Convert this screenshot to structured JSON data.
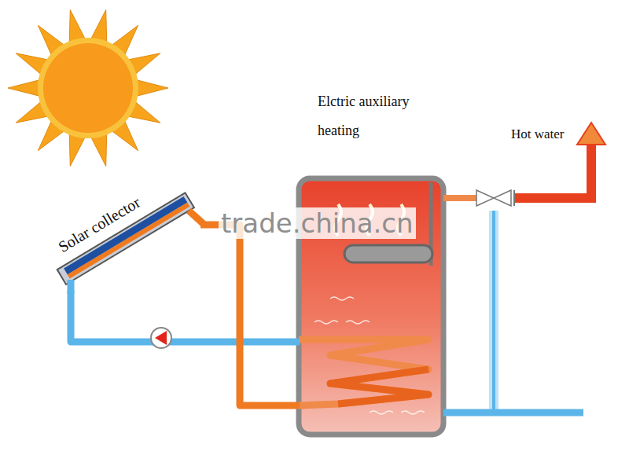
{
  "diagram": {
    "nodes": [
      {
        "text": [
          "Solar collector"
        ]
      },
      {
        "text": [
          "Elctric auxiliary heating"
        ]
      }
    ],
    "edges": [
      {
        "from": 0,
        "to": 1,
        "arrow": "none"
      },
      {
        "from": 1,
        "to": 0,
        "arrow": "none"
      }
    ],
    "labels": [
      "Hot water",
      "trade.china.cn"
    ]
  }
}
